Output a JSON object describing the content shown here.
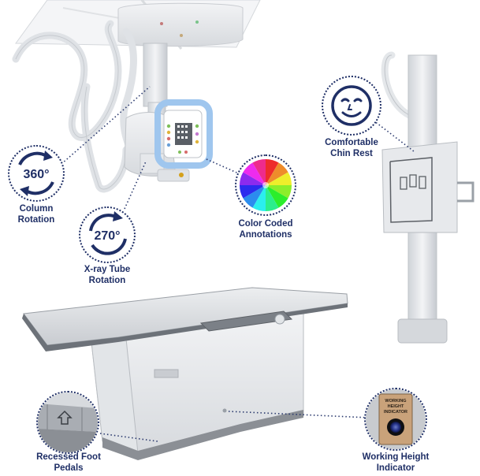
{
  "callouts": {
    "column_rotation": {
      "value": "360°",
      "line1": "Column",
      "line2": "Rotation"
    },
    "tube_rotation": {
      "value": "270°",
      "line1": "X-ray Tube",
      "line2": "Rotation"
    },
    "annotations": {
      "line1": "Color Coded",
      "line2": "Annotations"
    },
    "chin_rest": {
      "line1": "Comfortable",
      "line2": "Chin Rest"
    },
    "foot_pedals": {
      "line1": "Recessed Foot",
      "line2": "Pedals"
    },
    "height_indicator": {
      "line1": "Working Height",
      "line2": "Indicator",
      "badge1": "WORKING",
      "badge2": "HEIGHT",
      "badge3": "INDICATOR"
    }
  },
  "colors": {
    "accent_navy": "#1f2f66",
    "equipment_white": "#e9ebee",
    "table_top": "#d9dcdf"
  }
}
